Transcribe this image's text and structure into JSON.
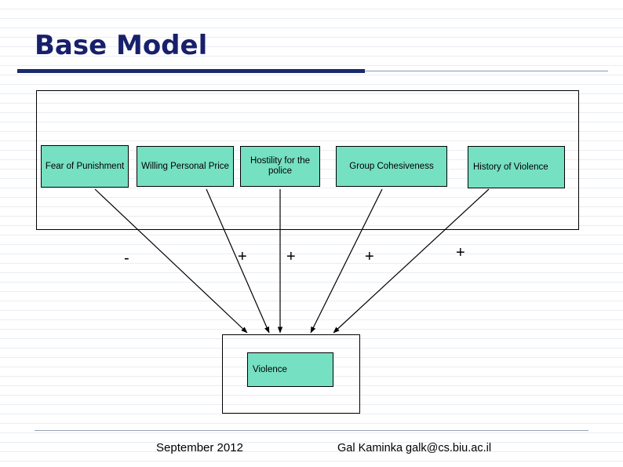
{
  "slide": {
    "title": "Base Model",
    "accent_color": "#1a2a6b",
    "box_color": "#76e0c2"
  },
  "diagram": {
    "factors": [
      {
        "label": "Fear of Punishment",
        "sign": "-"
      },
      {
        "label": "Willing Personal Price",
        "sign": "+"
      },
      {
        "label": "Hostility for the police",
        "sign": "+"
      },
      {
        "label": "Group Cohesiveness",
        "sign": "+"
      },
      {
        "label": "History of Violence",
        "sign": "+"
      }
    ],
    "outcome": {
      "label": "Violence"
    }
  },
  "footer": {
    "date": "September 2012",
    "author": "Gal Kaminka  galk@cs.biu.ac.il"
  }
}
